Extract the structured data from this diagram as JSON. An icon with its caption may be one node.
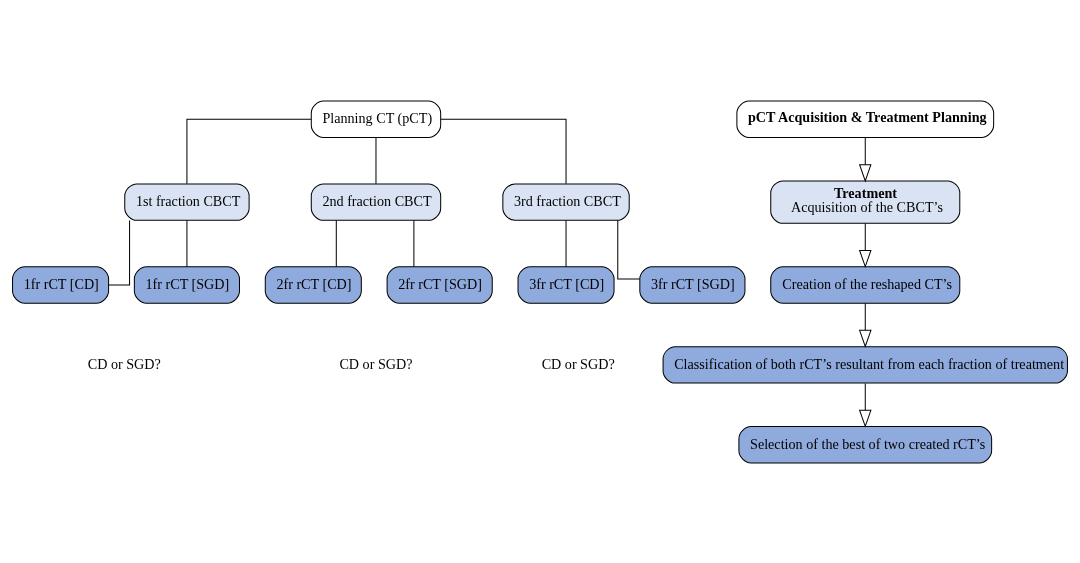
{
  "diagram": {
    "nodes": [
      {
        "text": [
          "Planning CT (pCT)"
        ]
      },
      {
        "text": [
          "1st fraction CBCT"
        ]
      },
      {
        "text": [
          "2nd fraction CBCT"
        ]
      },
      {
        "text": [
          "3rd fraction CBCT"
        ]
      },
      {
        "text": [
          "1fr rCT [CD]"
        ]
      },
      {
        "text": [
          "1fr rCT [SGD]"
        ]
      },
      {
        "text": [
          "2fr rCT [CD]"
        ]
      },
      {
        "text": [
          "2fr rCT [SGD]"
        ]
      },
      {
        "text": [
          "3fr rCT [CD]"
        ]
      },
      {
        "text": [
          "3fr rCT [SGD]"
        ]
      },
      {
        "text": [
          "pCT Acquisition & Treatment Planning"
        ]
      },
      {
        "text": [
          "Treatment",
          "Acquisition of the CBCT’s"
        ]
      },
      {
        "text": [
          "Creation of the reshaped CT’s"
        ]
      },
      {
        "text": [
          "Classification of both rCT’s resultant from each fraction of treatment"
        ]
      },
      {
        "text": [
          "Selection of the best of two created rCT’s"
        ]
      }
    ],
    "edges": [
      {
        "from": 0,
        "to": 1,
        "arrow": "none"
      },
      {
        "from": 0,
        "to": 2,
        "arrow": "none"
      },
      {
        "from": 0,
        "to": 3,
        "arrow": "none"
      },
      {
        "from": 1,
        "to": 4,
        "arrow": "none"
      },
      {
        "from": 1,
        "to": 5,
        "arrow": "none"
      },
      {
        "from": 2,
        "to": 6,
        "arrow": "none"
      },
      {
        "from": 2,
        "to": 7,
        "arrow": "none"
      },
      {
        "from": 3,
        "to": 8,
        "arrow": "none"
      },
      {
        "from": 3,
        "to": 9,
        "arrow": "none"
      },
      {
        "from": 10,
        "to": 11,
        "arrow": "to"
      },
      {
        "from": 11,
        "to": 12,
        "arrow": "to"
      },
      {
        "from": 12,
        "to": 13,
        "arrow": "to"
      },
      {
        "from": 13,
        "to": 14,
        "arrow": "to"
      }
    ],
    "labels": [
      "CD or SGD?",
      "CD or SGD?",
      "CD or SGD?"
    ]
  }
}
